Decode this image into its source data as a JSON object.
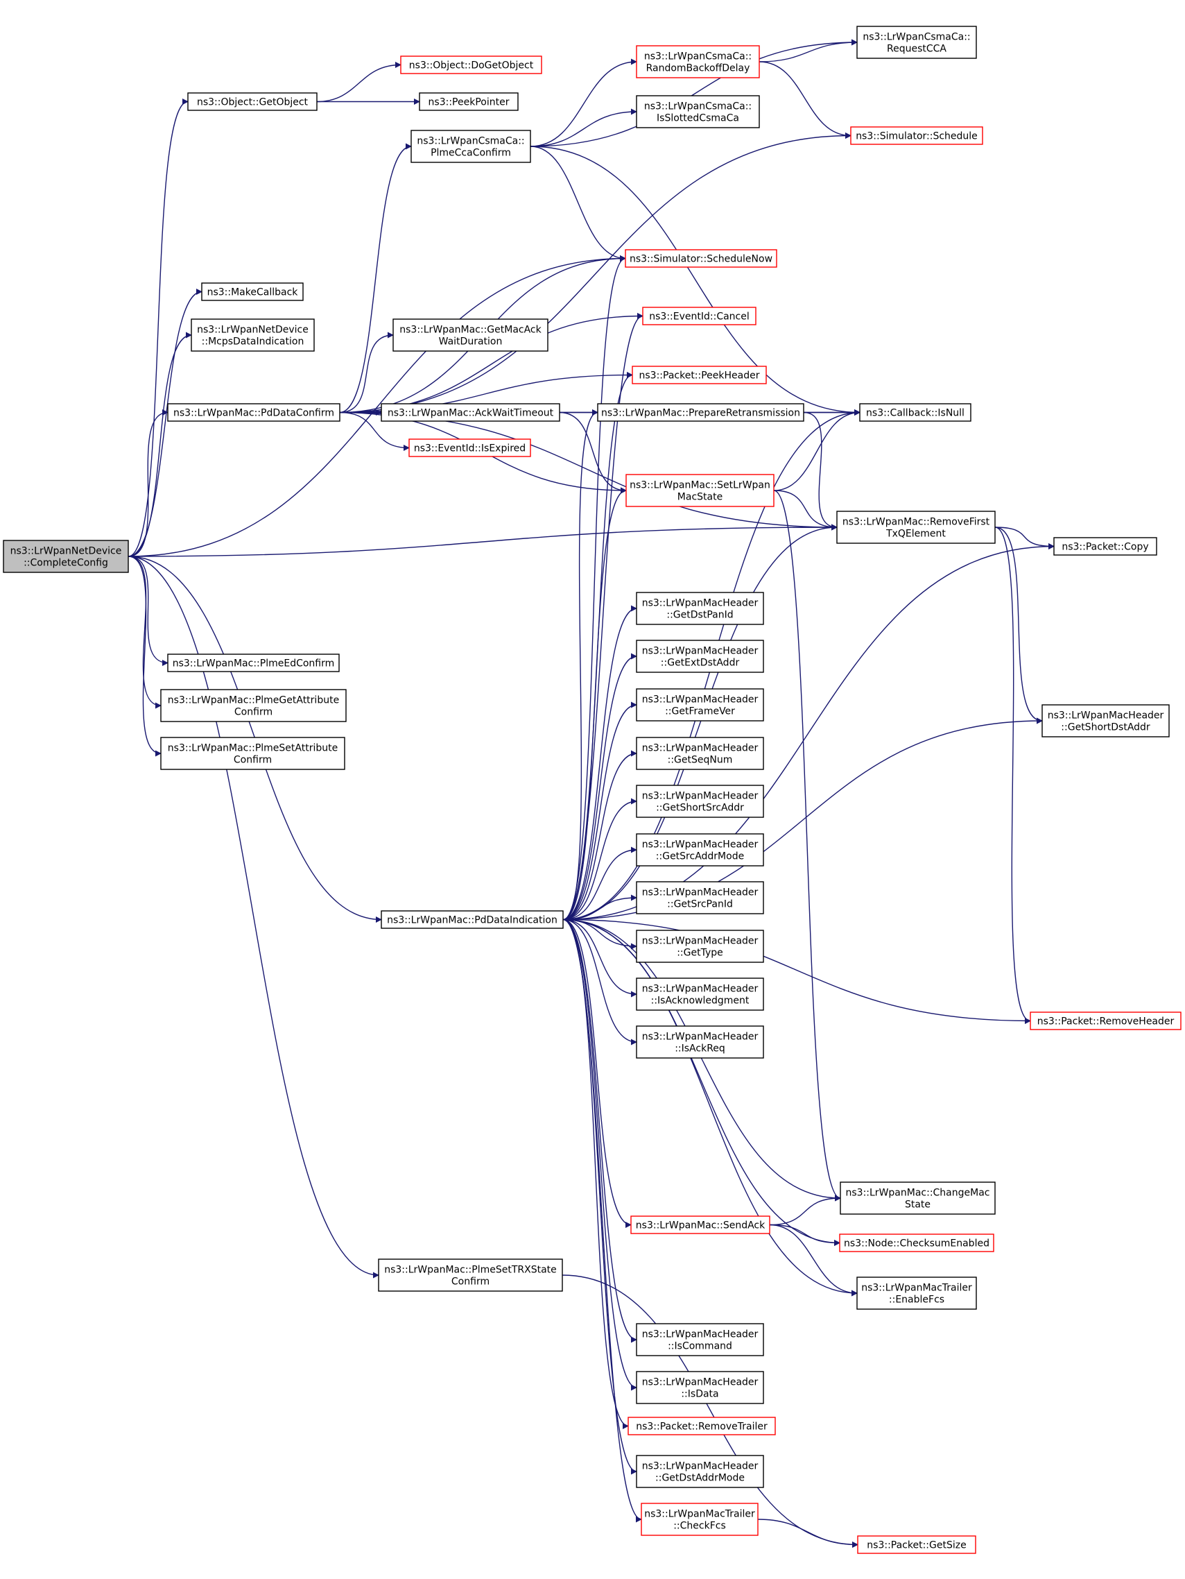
{
  "graph": {
    "root": "n0",
    "nodes": [
      {
        "id": "n0",
        "lines": [
          "ns3::LrWpanNetDevice",
          "::CompleteConfig"
        ],
        "root": true
      },
      {
        "id": "n1",
        "lines": [
          "ns3::Object::GetObject"
        ]
      },
      {
        "id": "n2",
        "lines": [
          "ns3::Object::DoGetObject"
        ],
        "truncated": true
      },
      {
        "id": "n3",
        "lines": [
          "ns3::PeekPointer"
        ]
      },
      {
        "id": "n4",
        "lines": [
          "ns3::MakeCallback"
        ]
      },
      {
        "id": "n5",
        "lines": [
          "ns3::LrWpanNetDevice",
          "::McpsDataIndication"
        ]
      },
      {
        "id": "n6",
        "lines": [
          "ns3::LrWpanMac::PdDataConfirm"
        ]
      },
      {
        "id": "n7",
        "lines": [
          "ns3::LrWpanCsmaCa::",
          "PlmeCcaConfirm"
        ]
      },
      {
        "id": "n8",
        "lines": [
          "ns3::LrWpanCsmaCa::",
          "RandomBackoffDelay"
        ],
        "truncated": true
      },
      {
        "id": "n9",
        "lines": [
          "ns3::LrWpanCsmaCa::",
          "RequestCCA"
        ]
      },
      {
        "id": "n10",
        "lines": [
          "ns3::LrWpanCsmaCa::",
          "IsSlottedCsmaCa"
        ]
      },
      {
        "id": "n11",
        "lines": [
          "ns3::Simulator::Schedule"
        ],
        "truncated": true
      },
      {
        "id": "n12",
        "lines": [
          "ns3::Simulator::ScheduleNow"
        ],
        "truncated": true
      },
      {
        "id": "n13",
        "lines": [
          "ns3::EventId::Cancel"
        ],
        "truncated": true
      },
      {
        "id": "n14",
        "lines": [
          "ns3::LrWpanMac::GetMacAck",
          "WaitDuration"
        ]
      },
      {
        "id": "n15",
        "lines": [
          "ns3::Packet::PeekHeader"
        ],
        "truncated": true
      },
      {
        "id": "n16",
        "lines": [
          "ns3::LrWpanMac::AckWaitTimeout"
        ]
      },
      {
        "id": "n17",
        "lines": [
          "ns3::LrWpanMac::PrepareRetransmission"
        ]
      },
      {
        "id": "n18",
        "lines": [
          "ns3::Callback::IsNull"
        ]
      },
      {
        "id": "n19",
        "lines": [
          "ns3::EventId::IsExpired"
        ],
        "truncated": true
      },
      {
        "id": "n20",
        "lines": [
          "ns3::LrWpanMac::SetLrWpan",
          "MacState"
        ],
        "truncated": true
      },
      {
        "id": "n21",
        "lines": [
          "ns3::LrWpanMac::RemoveFirst",
          "TxQElement"
        ]
      },
      {
        "id": "n22",
        "lines": [
          "ns3::Packet::Copy"
        ]
      },
      {
        "id": "n23",
        "lines": [
          "ns3::LrWpanMac::PlmeEdConfirm"
        ]
      },
      {
        "id": "n24",
        "lines": [
          "ns3::LrWpanMac::PlmeGetAttribute",
          "Confirm"
        ]
      },
      {
        "id": "n25",
        "lines": [
          "ns3::LrWpanMac::PlmeSetAttribute",
          "Confirm"
        ]
      },
      {
        "id": "n26",
        "lines": [
          "ns3::LrWpanMacHeader",
          "::GetDstPanId"
        ]
      },
      {
        "id": "n27",
        "lines": [
          "ns3::LrWpanMacHeader",
          "::GetExtDstAddr"
        ]
      },
      {
        "id": "n28",
        "lines": [
          "ns3::LrWpanMacHeader",
          "::GetFrameVer"
        ]
      },
      {
        "id": "n29",
        "lines": [
          "ns3::LrWpanMacHeader",
          "::GetShortDstAddr"
        ]
      },
      {
        "id": "n30",
        "lines": [
          "ns3::LrWpanMacHeader",
          "::GetSeqNum"
        ]
      },
      {
        "id": "n31",
        "lines": [
          "ns3::LrWpanMacHeader",
          "::GetShortSrcAddr"
        ]
      },
      {
        "id": "n32",
        "lines": [
          "ns3::LrWpanMacHeader",
          "::GetSrcAddrMode"
        ]
      },
      {
        "id": "n33",
        "lines": [
          "ns3::LrWpanMac::PdDataIndication"
        ]
      },
      {
        "id": "n34",
        "lines": [
          "ns3::LrWpanMacHeader",
          "::GetSrcPanId"
        ]
      },
      {
        "id": "n35",
        "lines": [
          "ns3::LrWpanMacHeader",
          "::GetType"
        ]
      },
      {
        "id": "n36",
        "lines": [
          "ns3::LrWpanMacHeader",
          "::IsAcknowledgment"
        ]
      },
      {
        "id": "n37",
        "lines": [
          "ns3::LrWpanMacHeader",
          "::IsAckReq"
        ]
      },
      {
        "id": "n38",
        "lines": [
          "ns3::Packet::RemoveHeader"
        ],
        "truncated": true
      },
      {
        "id": "n39",
        "lines": [
          "ns3::LrWpanMac::ChangeMac",
          "State"
        ]
      },
      {
        "id": "n40",
        "lines": [
          "ns3::LrWpanMac::SendAck"
        ],
        "truncated": true
      },
      {
        "id": "n41",
        "lines": [
          "ns3::Node::ChecksumEnabled"
        ],
        "truncated": true
      },
      {
        "id": "n42",
        "lines": [
          "ns3::LrWpanMac::PlmeSetTRXState",
          "Confirm"
        ]
      },
      {
        "id": "n43",
        "lines": [
          "ns3::LrWpanMacTrailer",
          "::EnableFcs"
        ]
      },
      {
        "id": "n44",
        "lines": [
          "ns3::LrWpanMacHeader",
          "::IsCommand"
        ]
      },
      {
        "id": "n45",
        "lines": [
          "ns3::LrWpanMacHeader",
          "::IsData"
        ]
      },
      {
        "id": "n46",
        "lines": [
          "ns3::Packet::RemoveTrailer"
        ],
        "truncated": true
      },
      {
        "id": "n47",
        "lines": [
          "ns3::LrWpanMacHeader",
          "::GetDstAddrMode"
        ]
      },
      {
        "id": "n48",
        "lines": [
          "ns3::LrWpanMacTrailer",
          "::CheckFcs"
        ],
        "truncated": true
      },
      {
        "id": "n49",
        "lines": [
          "ns3::Packet::GetSize"
        ],
        "truncated": true
      }
    ],
    "edges": [
      [
        "n0",
        "n1"
      ],
      [
        "n0",
        "n4"
      ],
      [
        "n0",
        "n5"
      ],
      [
        "n0",
        "n6"
      ],
      [
        "n0",
        "n12"
      ],
      [
        "n0",
        "n21"
      ],
      [
        "n0",
        "n23"
      ],
      [
        "n0",
        "n24"
      ],
      [
        "n0",
        "n25"
      ],
      [
        "n0",
        "n33"
      ],
      [
        "n0",
        "n42"
      ],
      [
        "n1",
        "n2"
      ],
      [
        "n1",
        "n3"
      ],
      [
        "n6",
        "n7"
      ],
      [
        "n6",
        "n11"
      ],
      [
        "n6",
        "n12"
      ],
      [
        "n6",
        "n13"
      ],
      [
        "n6",
        "n14"
      ],
      [
        "n6",
        "n15"
      ],
      [
        "n6",
        "n16"
      ],
      [
        "n6",
        "n18"
      ],
      [
        "n6",
        "n19"
      ],
      [
        "n6",
        "n20"
      ],
      [
        "n6",
        "n21"
      ],
      [
        "n7",
        "n8"
      ],
      [
        "n7",
        "n9"
      ],
      [
        "n7",
        "n10"
      ],
      [
        "n7",
        "n12"
      ],
      [
        "n7",
        "n18"
      ],
      [
        "n8",
        "n9"
      ],
      [
        "n8",
        "n11"
      ],
      [
        "n16",
        "n17"
      ],
      [
        "n16",
        "n20"
      ],
      [
        "n17",
        "n18"
      ],
      [
        "n17",
        "n21"
      ],
      [
        "n20",
        "n18"
      ],
      [
        "n20",
        "n21"
      ],
      [
        "n20",
        "n39"
      ],
      [
        "n21",
        "n22"
      ],
      [
        "n21",
        "n29"
      ],
      [
        "n21",
        "n38"
      ],
      [
        "n33",
        "n12"
      ],
      [
        "n33",
        "n13"
      ],
      [
        "n33",
        "n15"
      ],
      [
        "n33",
        "n17"
      ],
      [
        "n33",
        "n18"
      ],
      [
        "n33",
        "n20"
      ],
      [
        "n33",
        "n21"
      ],
      [
        "n33",
        "n22"
      ],
      [
        "n33",
        "n26"
      ],
      [
        "n33",
        "n27"
      ],
      [
        "n33",
        "n28"
      ],
      [
        "n33",
        "n29"
      ],
      [
        "n33",
        "n30"
      ],
      [
        "n33",
        "n31"
      ],
      [
        "n33",
        "n32"
      ],
      [
        "n33",
        "n34"
      ],
      [
        "n33",
        "n35"
      ],
      [
        "n33",
        "n36"
      ],
      [
        "n33",
        "n37"
      ],
      [
        "n33",
        "n38"
      ],
      [
        "n33",
        "n39"
      ],
      [
        "n33",
        "n40"
      ],
      [
        "n33",
        "n41"
      ],
      [
        "n33",
        "n43"
      ],
      [
        "n33",
        "n44"
      ],
      [
        "n33",
        "n45"
      ],
      [
        "n33",
        "n46"
      ],
      [
        "n33",
        "n47"
      ],
      [
        "n33",
        "n48"
      ],
      [
        "n40",
        "n39"
      ],
      [
        "n40",
        "n41"
      ],
      [
        "n40",
        "n43"
      ],
      [
        "n42",
        "n49"
      ],
      [
        "n48",
        "n49"
      ]
    ]
  }
}
